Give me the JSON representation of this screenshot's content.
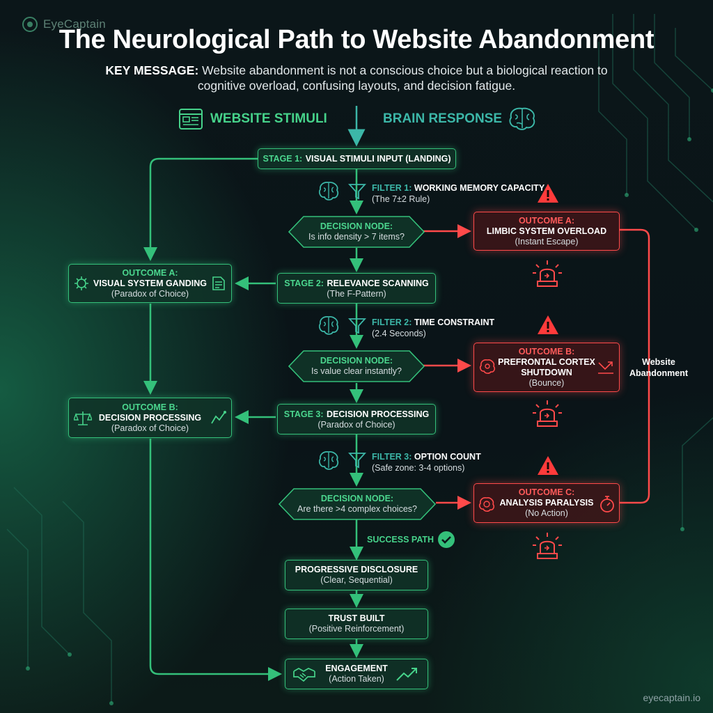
{
  "brand": {
    "logo_text": "EyeCaptain",
    "footer": "eyecaptain.io"
  },
  "title": "The Neurological Path to Website Abandonment",
  "key_message": {
    "label": "KEY MESSAGE:",
    "text": "Website abandonment is not a conscious choice but a biological reaction to cognitive overload, confusing layouts, and decision fatigue."
  },
  "headers": {
    "left": "WEBSITE STIMULI",
    "right": "BRAIN RESPONSE"
  },
  "stage1": {
    "label": "STAGE 1:",
    "title": "VISUAL STIMULI INPUT (LANDING)"
  },
  "filter1": {
    "label": "FILTER 1:",
    "title": "WORKING MEMORY CAPACITY",
    "sub": "(The 7±2 Rule)"
  },
  "node1": {
    "label": "DECISION NODE:",
    "question": "Is info density > 7 items?"
  },
  "red_a": {
    "label": "OUTCOME A:",
    "title": "LIMBIC SYSTEM OVERLOAD",
    "sub": "(Instant Escape)"
  },
  "green_a": {
    "label": "OUTCOME A:",
    "title": "VISUAL SYSTEM GANDING",
    "sub": "(Paradox of Choice)"
  },
  "stage2": {
    "label": "STAGE 2:",
    "title": "RELEVANCE SCANNING",
    "sub": "(The F-Pattern)"
  },
  "filter2": {
    "label": "FILTER 2:",
    "title": "TIME CONSTRAINT",
    "sub": "(2.4 Seconds)"
  },
  "node2": {
    "label": "DECISION NODE:",
    "question": "Is value clear instantly?"
  },
  "red_b": {
    "label": "OUTCOME B:",
    "title_1": "PREFRONTAL CORTEX",
    "title_2": "SHUTDOWN",
    "sub": "(Bounce)"
  },
  "green_b": {
    "label": "OUTCOME B:",
    "title": "DECISION PROCESSING",
    "sub": "(Paradox of Choice)"
  },
  "stage3": {
    "label": "STAGE 3:",
    "title": "DECISION PROCESSING",
    "sub": "(Paradox of Choice)"
  },
  "filter3": {
    "label": "FILTER 3:",
    "title": "OPTION COUNT",
    "sub": "(Safe zone: 3-4 options)"
  },
  "node3": {
    "label": "DECISION NODE:",
    "question": "Are there >4 complex choices?"
  },
  "red_c": {
    "label": "OUTCOME C:",
    "title": "ANALYSIS PARALYSIS",
    "sub": "(No Action)"
  },
  "abandonment": {
    "line1": "Website",
    "line2": "Abandonment"
  },
  "success": "SUCCESS PATH",
  "progressive": {
    "title": "PROGRESSIVE DISCLOSURE",
    "sub": "(Clear, Sequential)"
  },
  "trust": {
    "title": "TRUST BUILT",
    "sub": "(Positive Reinforcement)"
  },
  "engagement": {
    "title": "ENGAGEMENT",
    "sub": "(Action Taken)"
  },
  "colors": {
    "green": "#34c07a",
    "red": "#ff4a4a",
    "teal": "#3cb7a8",
    "background": "#0b1619"
  },
  "icons": [
    "brain-icon",
    "funnel-icon",
    "warning-icon",
    "alarm-siren-icon",
    "browser-window-icon",
    "scale-icon",
    "handshake-icon",
    "trend-up-icon",
    "check-circle-icon",
    "stopwatch-icon"
  ]
}
